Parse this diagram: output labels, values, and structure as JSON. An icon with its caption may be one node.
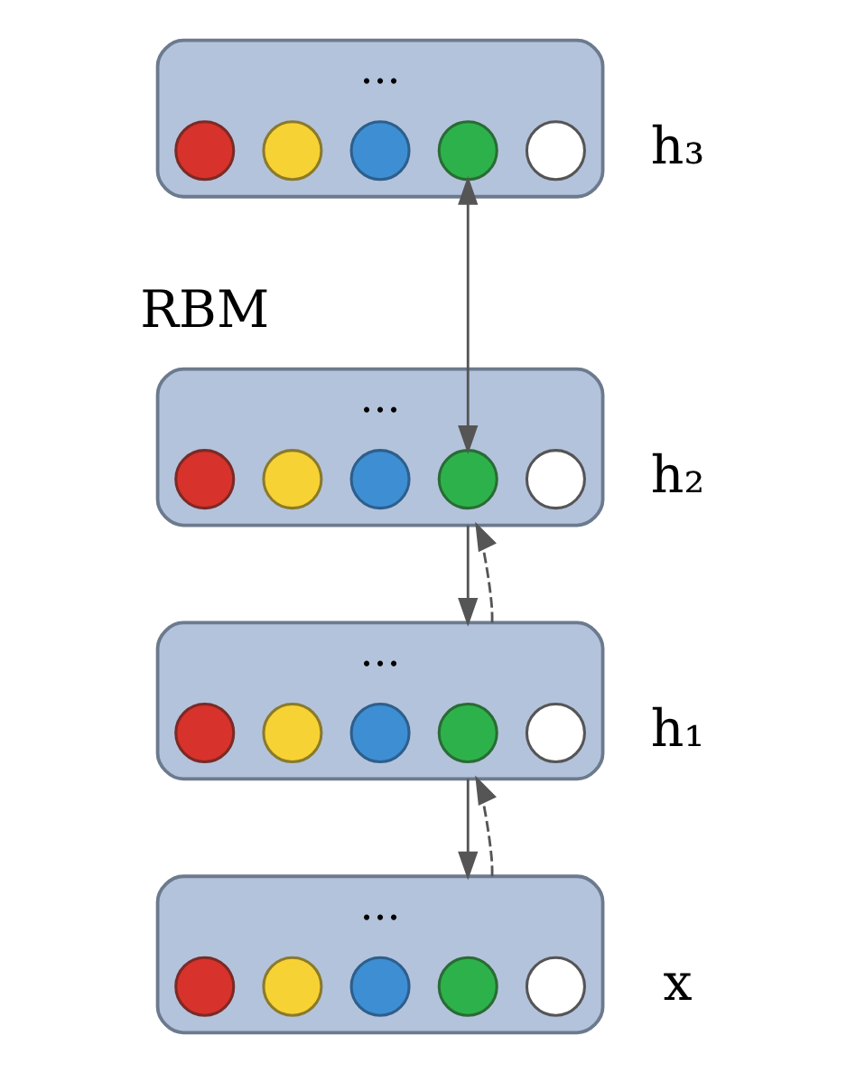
{
  "diagram": {
    "nodes": [
      {
        "text": [
          "..."
        ],
        "beside": [
          "h₃"
        ]
      },
      {
        "text": [],
        "shape": "circle",
        "in": 0
      },
      {
        "text": [],
        "shape": "circle",
        "in": 0
      },
      {
        "text": [],
        "shape": "circle",
        "in": 0
      },
      {
        "text": [],
        "shape": "circle",
        "in": 0
      },
      {
        "text": [],
        "shape": "circle",
        "in": 0
      },
      {
        "text": [
          "..."
        ],
        "beside": [
          "h₂"
        ]
      },
      {
        "text": [],
        "shape": "circle",
        "in": 6
      },
      {
        "text": [],
        "shape": "circle",
        "in": 6
      },
      {
        "text": [],
        "shape": "circle",
        "in": 6
      },
      {
        "text": [],
        "shape": "circle",
        "in": 6
      },
      {
        "text": [],
        "shape": "circle",
        "in": 6
      },
      {
        "text": [
          "..."
        ],
        "beside": [
          "h₁"
        ]
      },
      {
        "text": [],
        "shape": "circle",
        "in": 12
      },
      {
        "text": [],
        "shape": "circle",
        "in": 12
      },
      {
        "text": [],
        "shape": "circle",
        "in": 12
      },
      {
        "text": [],
        "shape": "circle",
        "in": 12
      },
      {
        "text": [],
        "shape": "circle",
        "in": 12
      },
      {
        "text": [
          "..."
        ],
        "beside": [
          "x"
        ]
      },
      {
        "text": [],
        "shape": "circle",
        "in": 18
      },
      {
        "text": [],
        "shape": "circle",
        "in": 18
      },
      {
        "text": [],
        "shape": "circle",
        "in": 18
      },
      {
        "text": [],
        "shape": "circle",
        "in": 18
      },
      {
        "text": [],
        "shape": "circle",
        "in": 18
      }
    ],
    "edges": [
      {
        "from": 4,
        "to": 10,
        "arrow": "both"
      },
      {
        "from": 6,
        "to": 12,
        "arrow": "to"
      },
      {
        "from": 12,
        "to": 6,
        "arrow": "to",
        "style": "dashed"
      },
      {
        "from": 12,
        "to": 18,
        "arrow": "to"
      },
      {
        "from": 18,
        "to": 12,
        "arrow": "to",
        "style": "dashed"
      }
    ],
    "labels": [
      "RBM"
    ]
  }
}
